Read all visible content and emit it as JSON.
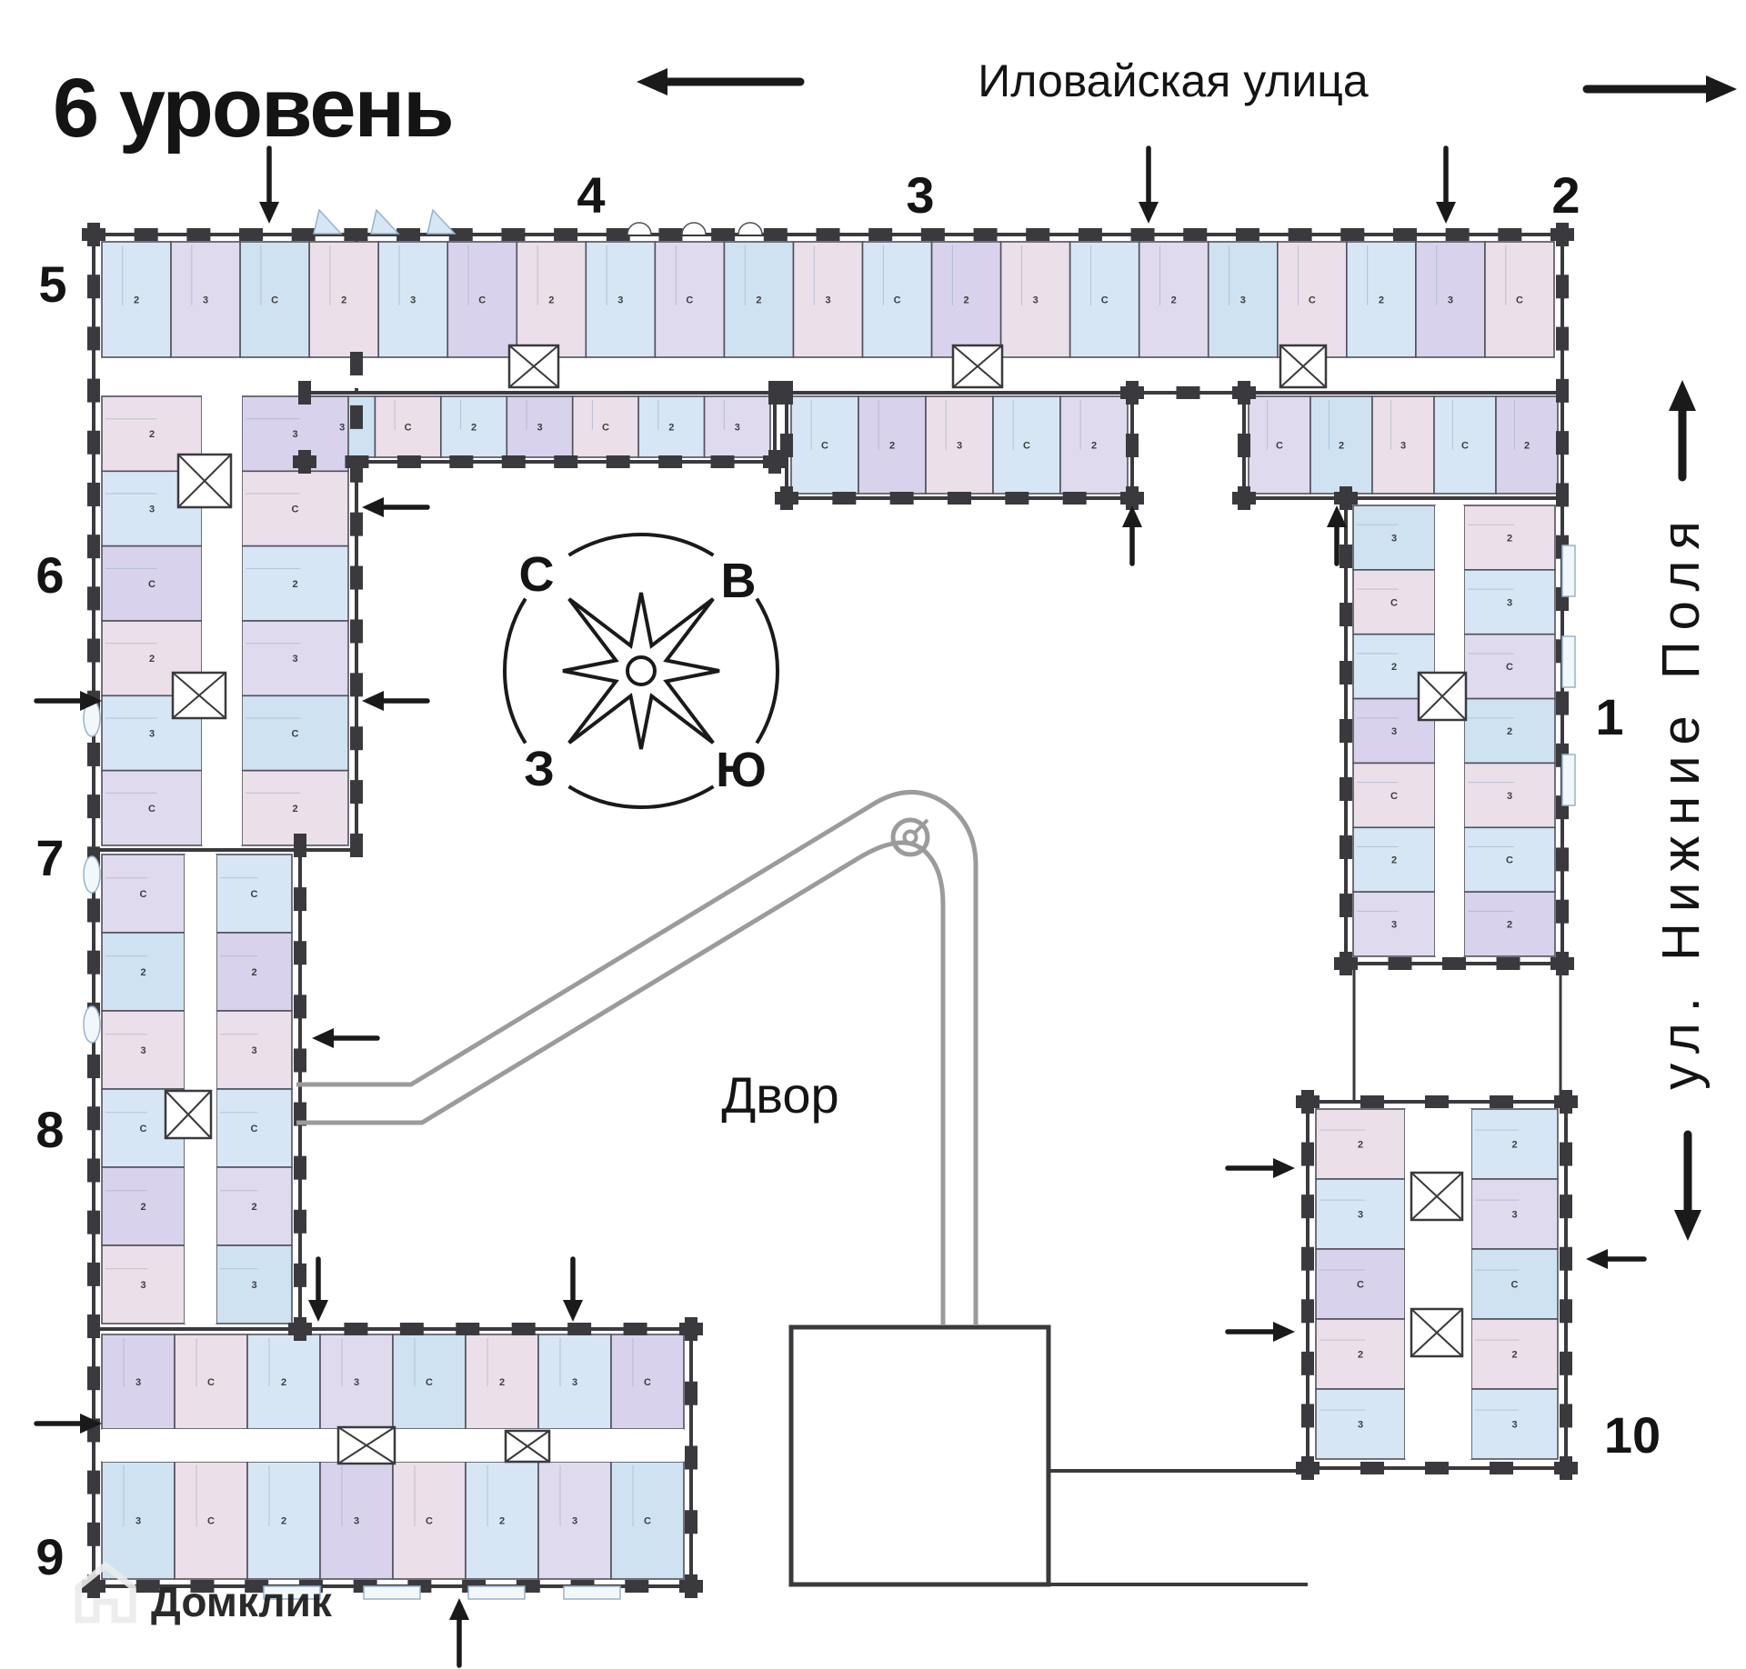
{
  "title": "6 уровень",
  "streets": {
    "top": {
      "label": "Иловайская улица"
    },
    "right": {
      "label": "ул. Нижние Поля"
    }
  },
  "courtyard_label": "Двор",
  "compass": {
    "north": "С",
    "east": "В",
    "west": "З",
    "south": "Ю"
  },
  "sections": {
    "s1": "1",
    "s2": "2",
    "s3": "3",
    "s4": "4",
    "s5": "5",
    "s6": "6",
    "s7": "7",
    "s8": "8",
    "s9": "9",
    "s10": "10"
  },
  "unit_type_labels": [
    "2",
    "С",
    "3"
  ],
  "watermark": "Домклик",
  "palette": {
    "wall": "#3a3a3e",
    "unit_outline": "#50505a",
    "unit_blue": "#d6e6f4",
    "unit_blue_light": "#cfe2f2",
    "unit_lavender": "#e0daef",
    "unit_violet": "#d9d2ec",
    "unit_pink": "#ebdfe9",
    "corridor": "#ffffff",
    "ramp": "#9b9b9b",
    "arrow": "#1a1a1a",
    "balcony_stroke": "#97b2cc",
    "balcony_fill": "#f2f7fb",
    "unit_label": "#6d7f99",
    "watermark": "#ebebeb"
  }
}
